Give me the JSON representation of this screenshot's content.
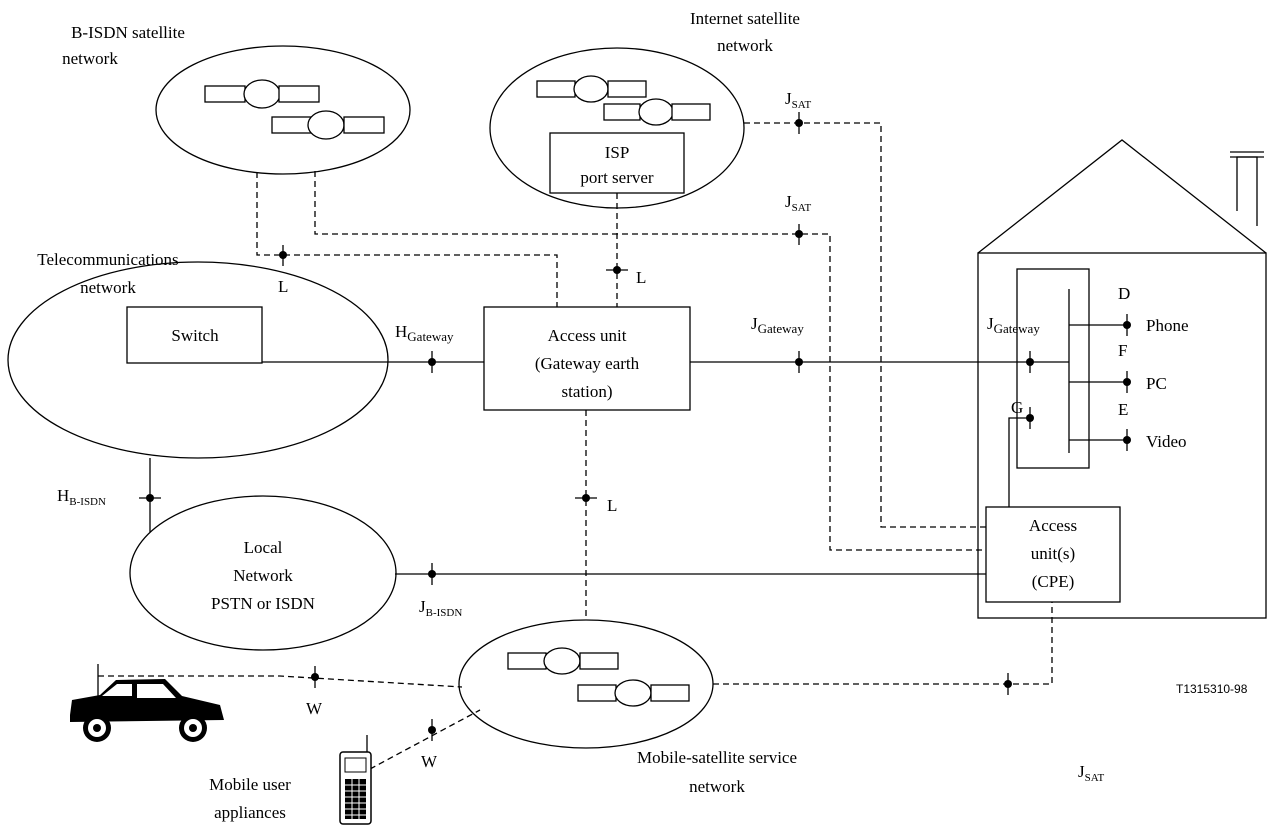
{
  "networks": {
    "bisdn_satellite": {
      "line1": "B-ISDN satellite",
      "line2": "network"
    },
    "internet_satellite": {
      "line1": "Internet satellite",
      "line2": "network"
    },
    "telecommunications": {
      "line1": "Telecommunications",
      "line2": "network"
    },
    "mobile_satellite": {
      "line1": "Mobile-satellite service",
      "line2": "network"
    },
    "local": {
      "line1": "Local",
      "line2": "Network",
      "line3": "PSTN or ISDN"
    }
  },
  "boxes": {
    "isp": {
      "line1": "ISP",
      "line2": "port server"
    },
    "switch": "Switch",
    "access_unit": {
      "line1": "Access unit",
      "line2": "(Gateway earth",
      "line3": "station)"
    },
    "access_cpe": {
      "line1": "Access",
      "line2": "unit(s)",
      "line3": "(CPE)"
    }
  },
  "interfaces": {
    "L": "L",
    "W": "W",
    "J": "J",
    "H": "H",
    "G": "G",
    "D": "D",
    "F": "F",
    "E": "E",
    "sub_sat": "SAT",
    "sub_gateway": "Gateway",
    "sub_bisdn": "B-ISDN"
  },
  "devices": {
    "phone": "Phone",
    "pc": "PC",
    "video": "Video"
  },
  "mobile_users": {
    "line1": "Mobile user",
    "line2": "appliances"
  },
  "figure_id": "T1315310-98"
}
